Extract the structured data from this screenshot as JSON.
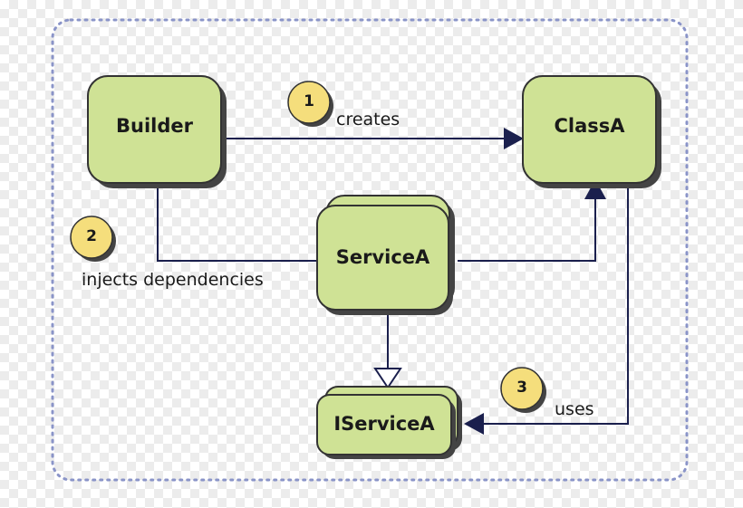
{
  "nodes": {
    "builder": "Builder",
    "class_a": "ClassA",
    "service_a": "ServiceA",
    "iservice_a": "IServiceA"
  },
  "edges": {
    "creates": "creates",
    "injects": "injects dependencies",
    "uses": "uses"
  },
  "steps": [
    "1",
    "2",
    "3"
  ],
  "colors": {
    "node_fill": "#cfe295",
    "node_border": "#333333",
    "shadow": "#444444",
    "connector": "#1a1f4d",
    "badge_fill": "#f5de7c",
    "frame": "#8a94c8"
  }
}
